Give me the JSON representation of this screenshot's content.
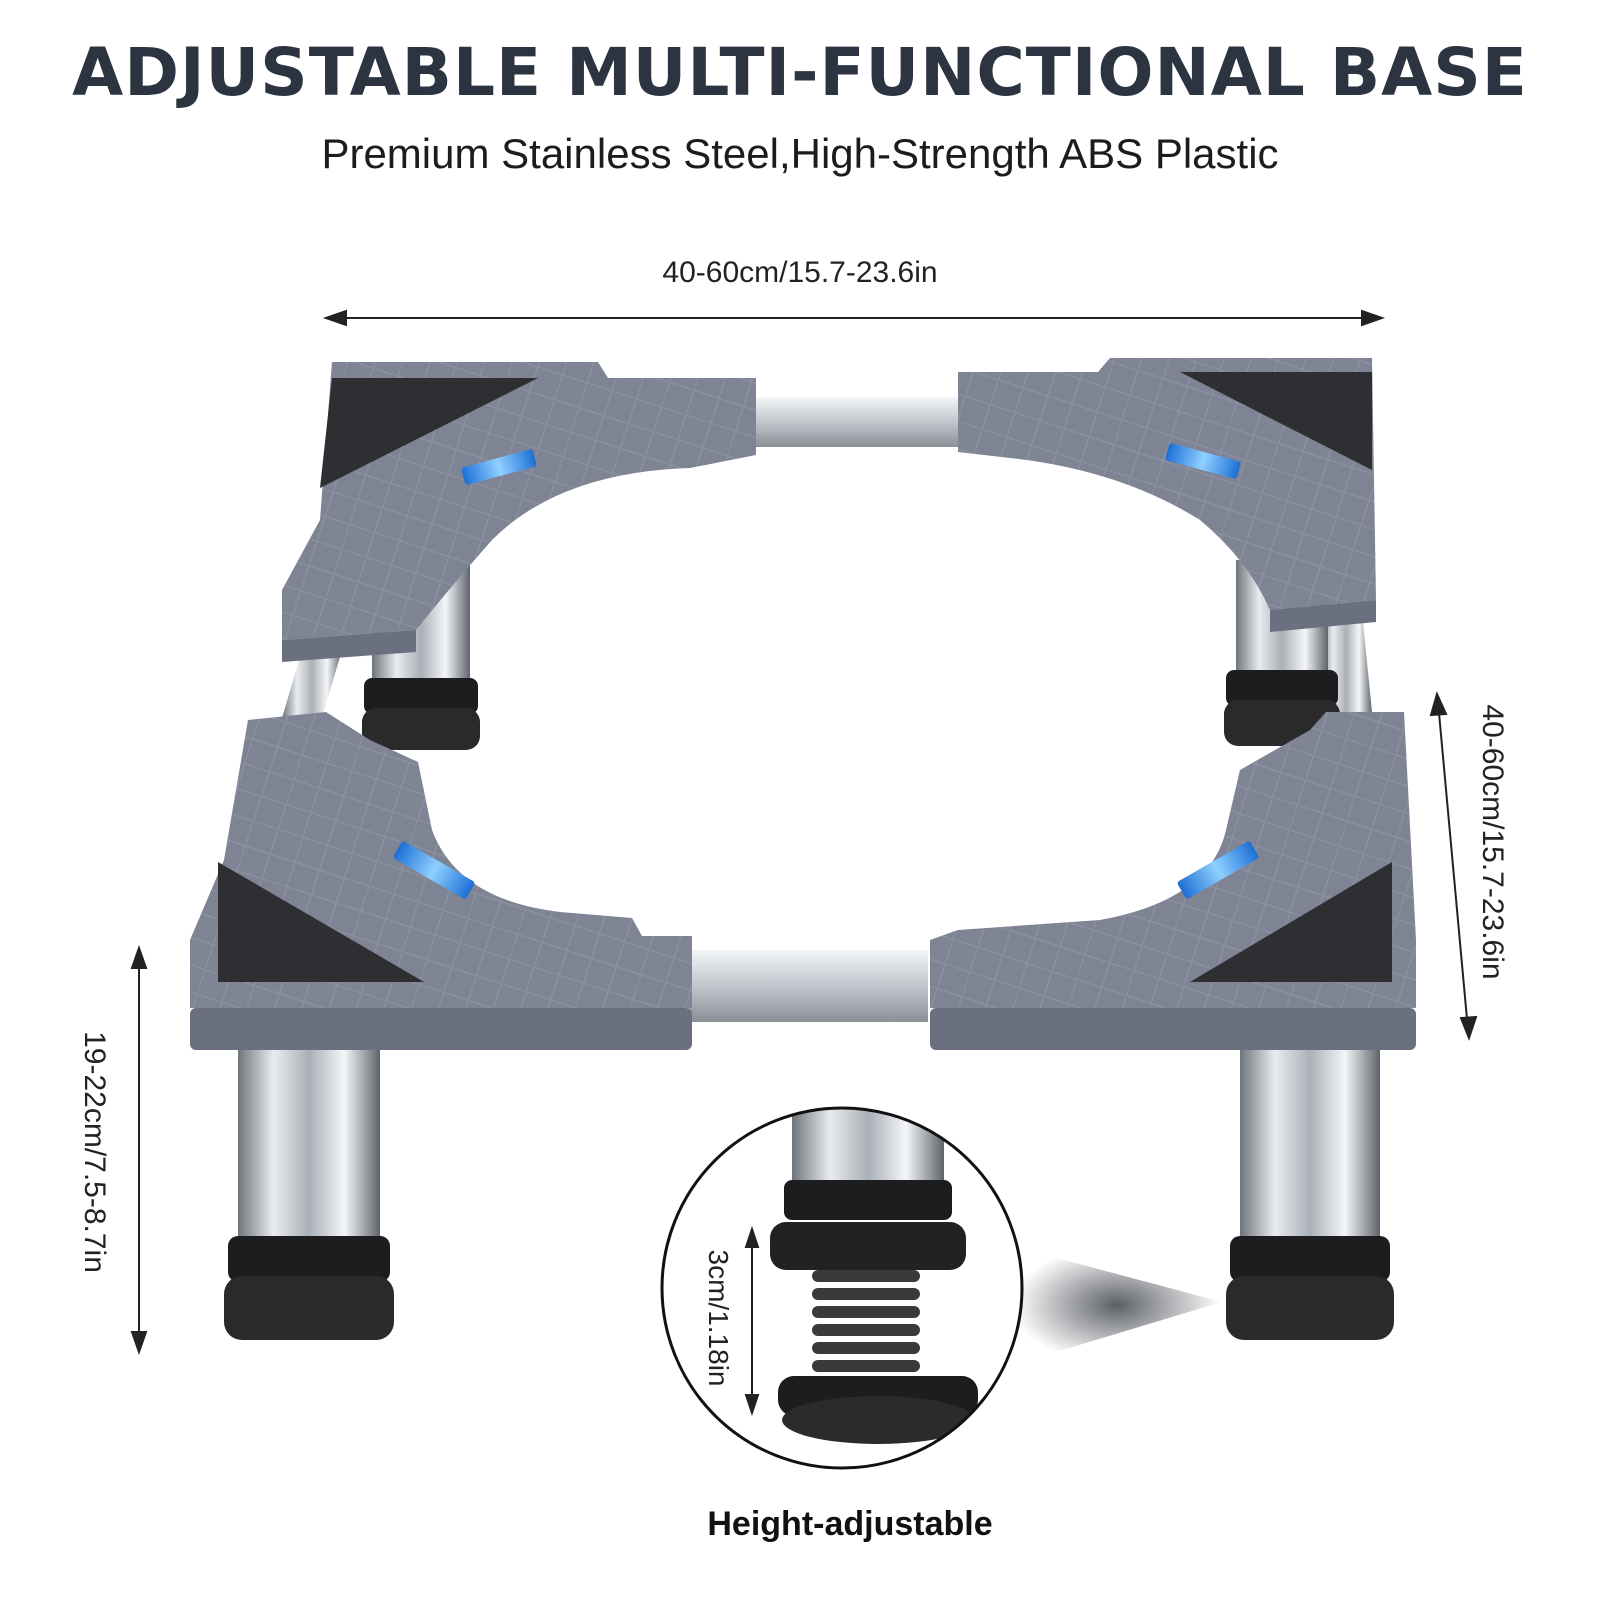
{
  "header": {
    "title": "ADJUSTABLE MULTI-FUNCTIONAL BASE",
    "subtitle": "Premium Stainless Steel,High-Strength ABS Plastic"
  },
  "dimensions": {
    "width": "40-60cm/15.7-23.6in",
    "depth": "40-60cm/15.7-23.6in",
    "height": "19-22cm/7.5-8.7in",
    "adjustment": "3cm/1.18in"
  },
  "inset": {
    "caption": "Height-adjustable"
  },
  "colors": {
    "title": "#2b3440",
    "plastic": "#7e8494",
    "plastic_dark": "#6a7080",
    "pad": "#2f2f33",
    "steel": "#c9cdd2",
    "level_blue": "#3aa0ff",
    "foot": "#1d1d1f"
  }
}
